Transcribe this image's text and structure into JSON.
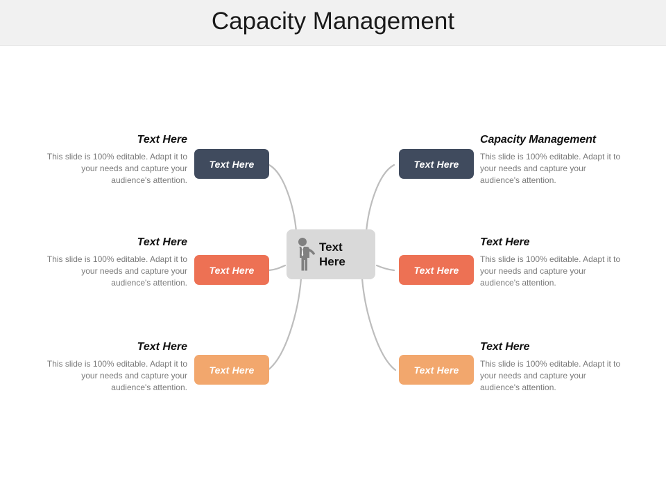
{
  "slide": {
    "title": "Capacity Management",
    "header_bg": "#f1f1f1",
    "background": "#ffffff"
  },
  "center": {
    "label": "Text\nHere",
    "icon": "businessman-icon",
    "bg_color": "#d9d9d9"
  },
  "connector_color": "#bdbdbd",
  "nodes": [
    {
      "id": "left-top",
      "side": "left",
      "pill_label": "Text Here",
      "pill_color": "#404b5e",
      "heading": "Text Here",
      "body": "This slide is 100% editable. Adapt it to your needs and capture your audience's attention."
    },
    {
      "id": "right-top",
      "side": "right",
      "pill_label": "Text Here",
      "pill_color": "#404b5e",
      "heading": "Capacity Management",
      "body": "This slide is 100% editable. Adapt it to your needs and capture your audience's attention."
    },
    {
      "id": "left-middle",
      "side": "left",
      "pill_label": "Text Here",
      "pill_color": "#ed7154",
      "heading": "Text Here",
      "body": "This slide is 100% editable. Adapt it to your needs and capture your audience's attention."
    },
    {
      "id": "right-middle",
      "side": "right",
      "pill_label": "Text Here",
      "pill_color": "#ed7154",
      "heading": "Text Here",
      "body": "This slide is 100% editable. Adapt it to your needs and capture your audience's attention."
    },
    {
      "id": "left-bottom",
      "side": "left",
      "pill_label": "Text Here",
      "pill_color": "#f2a76d",
      "heading": "Text Here",
      "body": "This slide is 100% editable. Adapt it to your needs and capture your audience's attention."
    },
    {
      "id": "right-bottom",
      "side": "right",
      "pill_label": "Text Here",
      "pill_color": "#f2a76d",
      "heading": "Text Here",
      "body": "This slide is 100% editable. Adapt it to your needs and capture your audience's attention."
    }
  ]
}
